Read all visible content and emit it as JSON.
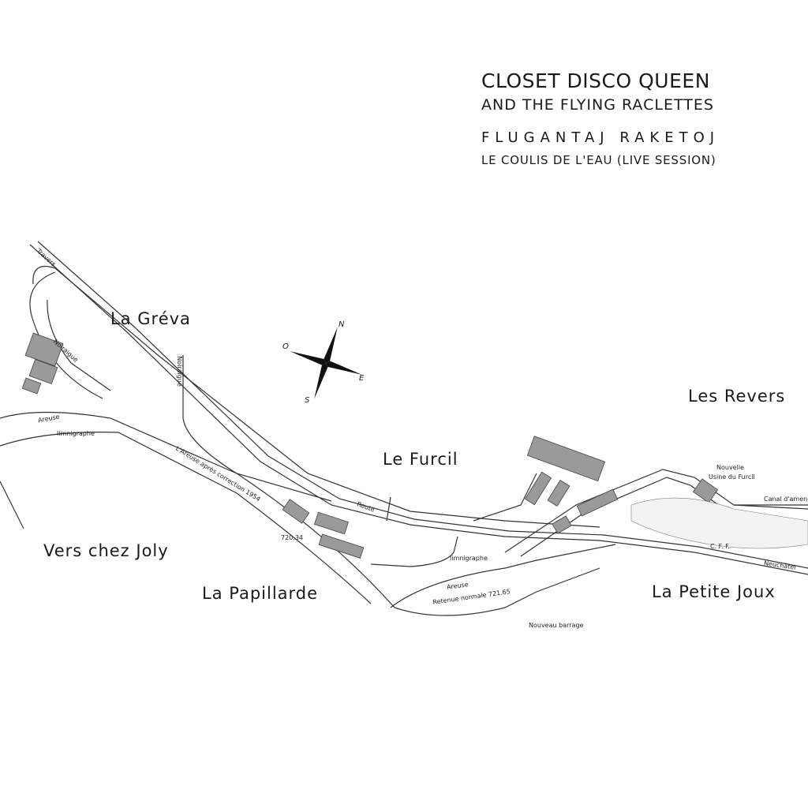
{
  "title": {
    "band": "CLOSET DISCO QUEEN",
    "band_sub": "AND THE FLYING RACLETTES",
    "album": "FLUGANTAJ RAKETOJ",
    "track": "LE COULIS DE L'EAU (LIVE SESSION)"
  },
  "places": {
    "greva": "La Gréva",
    "furcil": "Le Furcil",
    "revers": "Les Revers",
    "joly": "Vers chez Joly",
    "papillarde": "La Papillarde",
    "petite_joux": "La Petite Joux"
  },
  "labels": {
    "travers": "Travers",
    "noiraigue_top": "Noiraigue",
    "noiraigue_arrow": "Noiraigue",
    "areuse_left": "Areuse",
    "limnigraphe_left": "limnigraphe",
    "areuse_correction": "L'Areuse après correction 1954",
    "elev_1": "720.34",
    "route": "Route",
    "limnigraphe_mid": "limnigraphe",
    "areuse_lake": "Areuse",
    "retenue": "Retenue normale 721.65",
    "nouveau_barrage": "Nouveau barrage",
    "nouvelle": "Nouvelle",
    "usine": "Usine du Furcil",
    "canal": "Canal d'amenée",
    "cff": "C. F. F.",
    "neuchatel": "Neuchâtel"
  },
  "compass": {
    "n": "N",
    "s": "S",
    "e": "E",
    "o": "O"
  },
  "colors": {
    "ink": "#1a1a1a",
    "building": "#9a9a9a",
    "paper": "#ffffff"
  }
}
